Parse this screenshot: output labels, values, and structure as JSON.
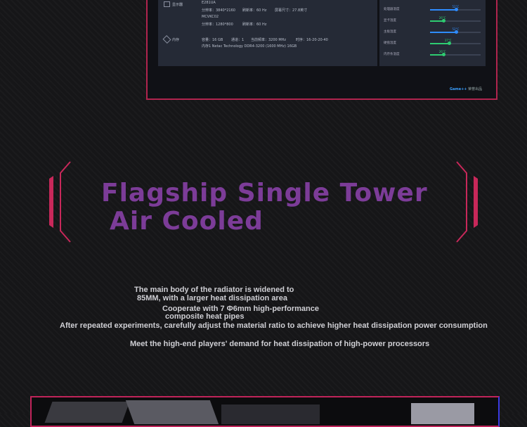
{
  "shot": {
    "display": {
      "label": "显示器",
      "monitor1": "E281UA",
      "res1": "分辨率：3840*2160",
      "hz1": "刷新率：60 Hz",
      "size1": "屏幕尺寸：27.8英寸",
      "monitor2": "MCVKC02",
      "res2": "分辨率：1280*800",
      "hz2": "刷新率：60 Hz"
    },
    "memory": {
      "label": "内存",
      "capacity": "容量：16 GB",
      "channels": "通道：1",
      "freq": "当前频率：3200 MHz",
      "timing": "时序：16-20-20-40",
      "module": "内存1  Netac Technology DDR4-3200 (1600 MHz) 16GB"
    },
    "temps": [
      {
        "label": "处理器温度",
        "value": "52°C",
        "level": 0.52,
        "color": "#2f8cff"
      },
      {
        "label": "显卡温度",
        "value": "26°C",
        "level": 0.26,
        "color": "#2ecc71"
      },
      {
        "label": "主板温度",
        "value": "52°C",
        "level": 0.52,
        "color": "#2f8cff"
      },
      {
        "label": "硬盘温度",
        "value": "37°C",
        "level": 0.37,
        "color": "#2ecc71"
      },
      {
        "label": "内存条温度",
        "value": "26°C",
        "level": 0.26,
        "color": "#2ecc71"
      }
    ],
    "brand": {
      "name": "Game++",
      "tagline": "荣誉出品"
    }
  },
  "heading": {
    "line1": "Flagship Single Tower",
    "line2": "Air Cooled"
  },
  "copy": {
    "line1": "The main body of the radiator is widened to",
    "line2": "85MM, with a larger heat dissipation area",
    "line3": "Cooperate with 7 Φ6mm high-performance",
    "line4": "composite heat pipes",
    "line5": "After repeated experiments, carefully adjust the material ratio to achieve higher heat dissipation power consumption",
    "line6": "Meet the high-end players' demand for heat dissipation of high-power processors"
  },
  "colors": {
    "accent": "#c8285a",
    "title": "#7c3c98",
    "panel": "#252a36"
  }
}
